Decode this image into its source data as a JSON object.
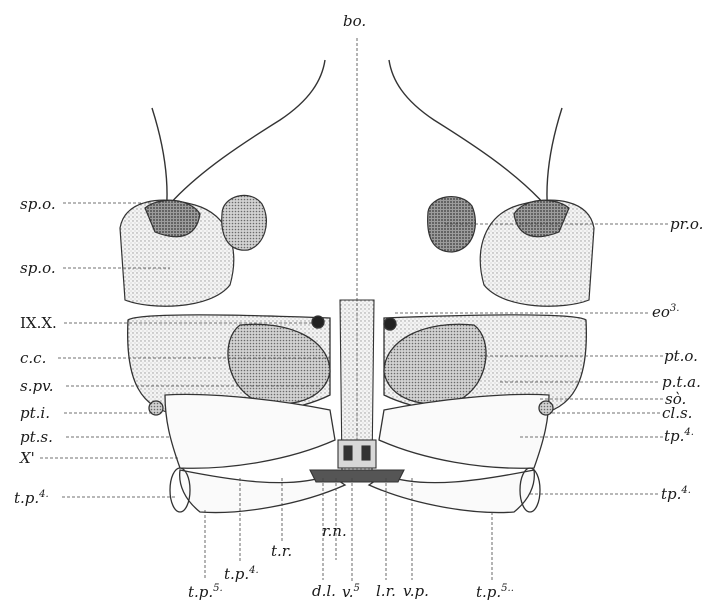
{
  "figure": {
    "labels": {
      "bo": "bo.",
      "spo1": "sp.o.",
      "spo2": "sp.o.",
      "ixx": "IX.X.",
      "cc": "c.c.",
      "spv": "s.pv.",
      "pti": "pt.i.",
      "pts": "pt.s.",
      "x1": "X'",
      "tp4_left": "t.p.",
      "tp4_left_sup": "4.",
      "pro": "pr.o.",
      "eo3": "eo",
      "eo3_sup": "3.",
      "pto": "pt.o.",
      "pta": "p.t.a.",
      "so": "sò.",
      "cls": "cl.s.",
      "tp4_right1": "tp.",
      "tp4_right1_sup": "4.",
      "tp4_right2": "tp.",
      "tp4_right2_sup": "4.",
      "tp5_left": "t.p.",
      "tp5_left_sup": "5.",
      "tp4_bottom": "t.p.",
      "tp4_bottom_sup": "4.",
      "tr": "t.r.",
      "rn": "r.n.",
      "dl": "d.l.",
      "v5": "v.",
      "v5_sup": "5",
      "lr": "l.r.",
      "vp": "v.p.",
      "tp5_right": "t.p.",
      "tp5_right_sup": "5.."
    }
  }
}
